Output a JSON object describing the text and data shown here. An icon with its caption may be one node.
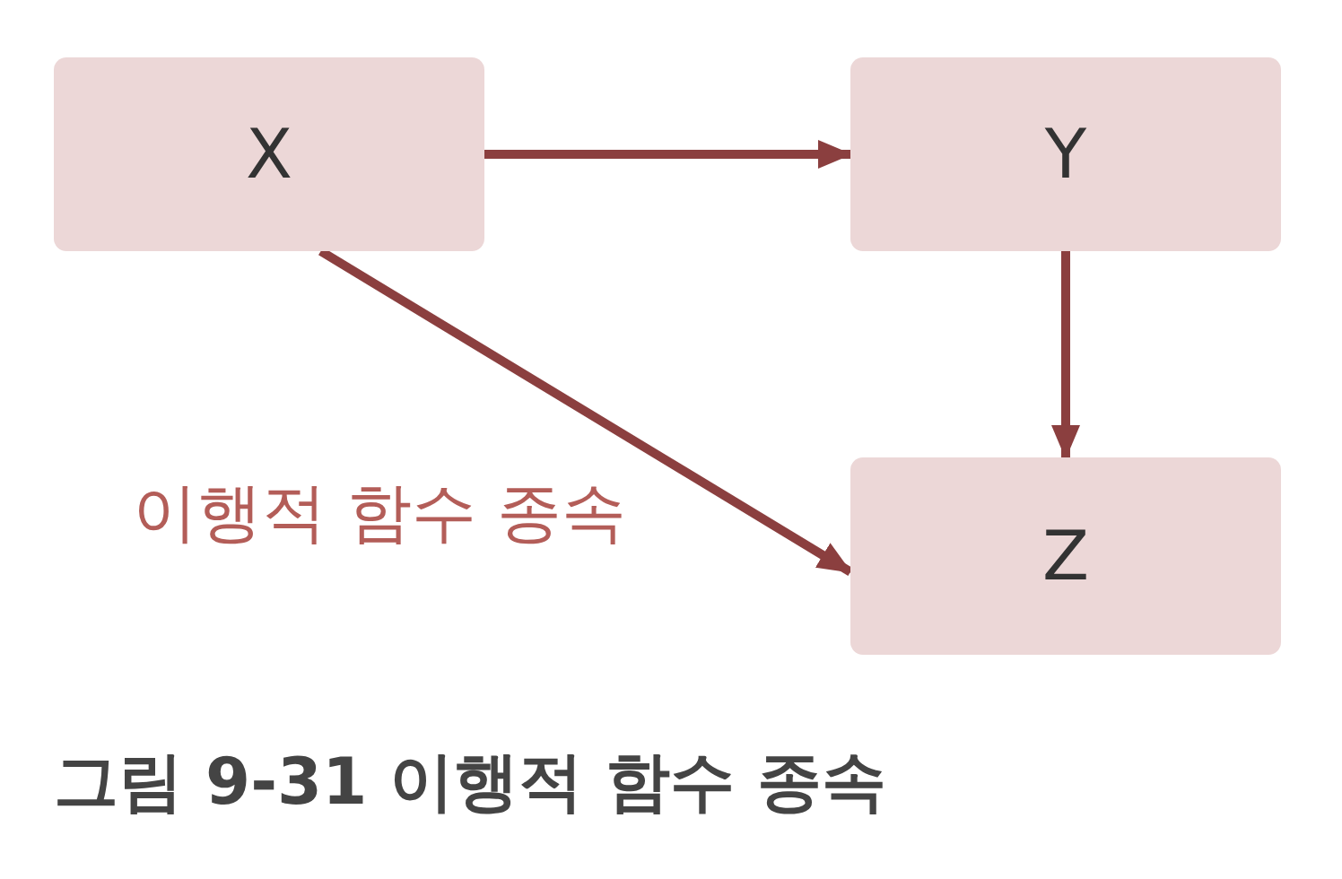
{
  "diagram": {
    "caption": "그림 9-31 이행적 함수 종속",
    "nodes": [
      {
        "text": [
          "X"
        ]
      },
      {
        "text": [
          "Y"
        ]
      },
      {
        "text": [
          "Z"
        ]
      }
    ],
    "edges": [
      {
        "from": 0,
        "to": 1,
        "arrow": "to"
      },
      {
        "from": 1,
        "to": 2,
        "arrow": "to"
      },
      {
        "from": 0,
        "to": 2,
        "arrow": "to",
        "label": "이행적 함수 종속"
      }
    ]
  }
}
